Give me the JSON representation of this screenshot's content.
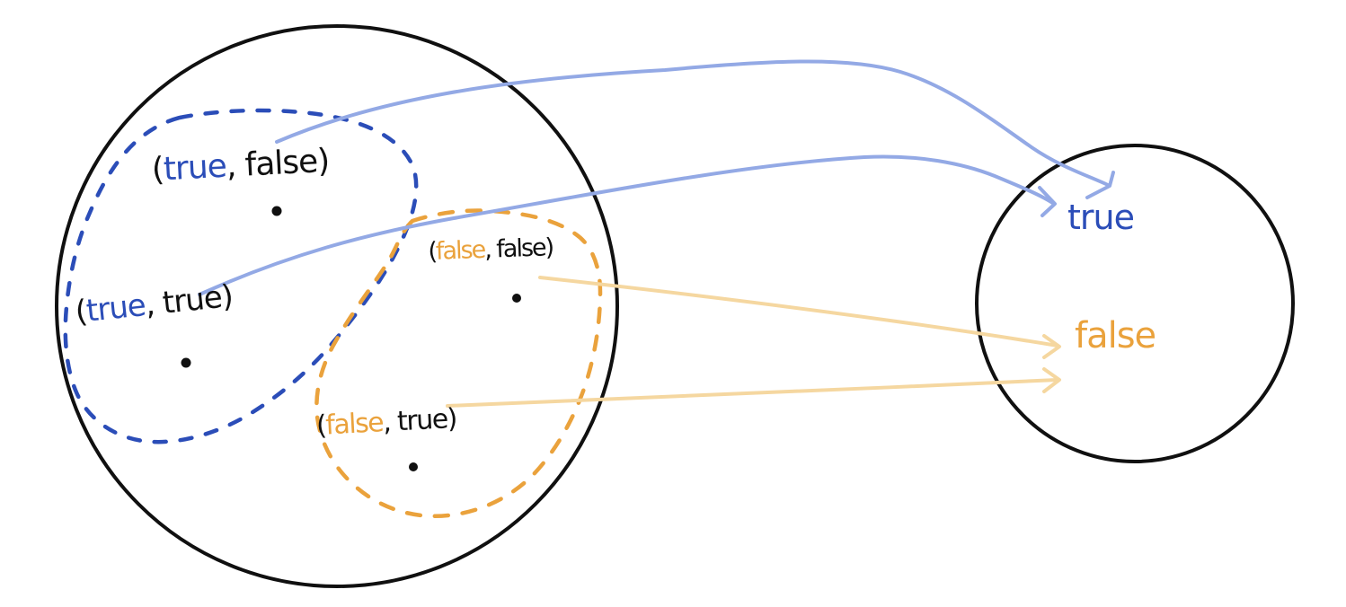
{
  "colors": {
    "ink": "#101010",
    "blue": "#2b4db8",
    "orange": "#eaa23c",
    "arrow_blue": "#93a9e5",
    "arrow_yellow": "#f5d7a0"
  },
  "domain": {
    "pairs": [
      {
        "open": "(",
        "first": "true",
        "separator": ", ",
        "second": "false",
        "close": ")",
        "first_color": "blue"
      },
      {
        "open": "(",
        "first": "true",
        "separator": ", ",
        "second": "true",
        "close": ")",
        "first_color": "blue"
      },
      {
        "open": "(",
        "first": "false",
        "separator": ", ",
        "second": "false",
        "close": ")",
        "first_color": "orange"
      },
      {
        "open": "(",
        "first": "false",
        "separator": ", ",
        "second": "true",
        "close": ")",
        "first_color": "orange"
      }
    ]
  },
  "codomain": {
    "values": [
      {
        "label": "true",
        "color": "blue"
      },
      {
        "label": "false",
        "color": "orange"
      }
    ]
  },
  "arrows": [
    {
      "from": "(true, false)",
      "to": "true",
      "color": "light-blue"
    },
    {
      "from": "(true, true)",
      "to": "true",
      "color": "light-blue"
    },
    {
      "from": "(false, false)",
      "to": "false",
      "color": "light-yellow"
    },
    {
      "from": "(false, true)",
      "to": "false",
      "color": "light-yellow"
    }
  ]
}
